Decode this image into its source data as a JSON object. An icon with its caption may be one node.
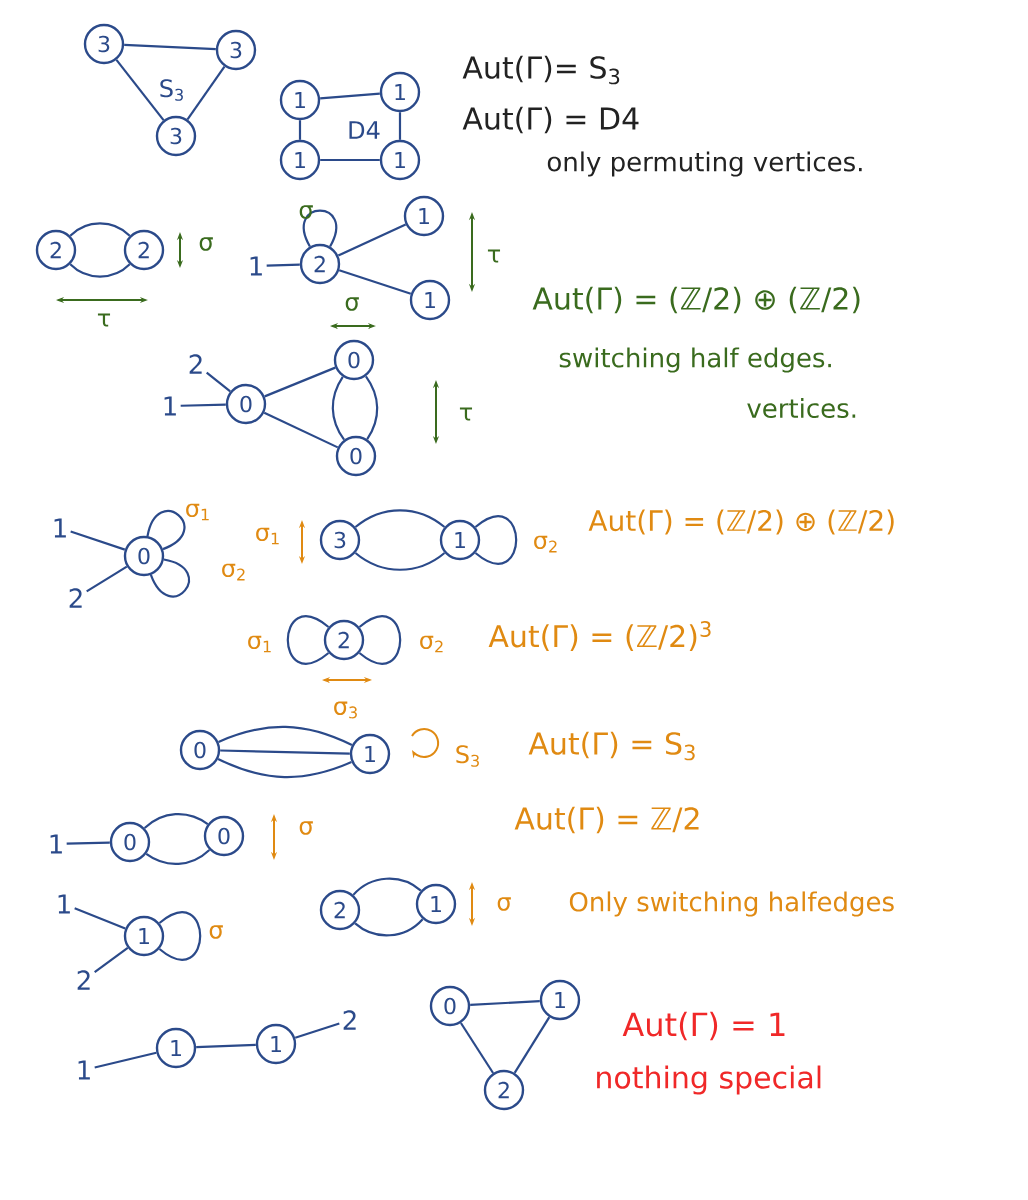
{
  "diagram": {
    "nodes": [
      {
        "text": [
          "3"
        ]
      },
      {
        "text": [
          "3"
        ]
      },
      {
        "text": [
          "3"
        ]
      },
      {
        "text": [
          "1"
        ]
      },
      {
        "text": [
          "1"
        ]
      },
      {
        "text": [
          "1"
        ]
      },
      {
        "text": [
          "1"
        ]
      },
      {
        "text": [
          "2"
        ]
      },
      {
        "text": [
          "2"
        ]
      },
      {
        "text": [
          "1"
        ]
      },
      {
        "text": [
          "2"
        ]
      },
      {
        "text": [
          "1"
        ]
      },
      {
        "text": [
          "1"
        ]
      },
      {
        "text": [
          "2"
        ]
      },
      {
        "text": [
          "1"
        ]
      },
      {
        "text": [
          "0"
        ]
      },
      {
        "text": [
          "0"
        ]
      },
      {
        "text": [
          "0"
        ]
      },
      {
        "text": [
          "1"
        ]
      },
      {
        "text": [
          "2"
        ]
      },
      {
        "text": [
          "0"
        ]
      },
      {
        "text": [
          "3"
        ]
      },
      {
        "text": [
          "1"
        ]
      },
      {
        "text": [
          "2"
        ]
      },
      {
        "text": [
          "0"
        ]
      },
      {
        "text": [
          "1"
        ]
      },
      {
        "text": [
          "1"
        ]
      },
      {
        "text": [
          "0"
        ]
      },
      {
        "text": [
          "0"
        ]
      },
      {
        "text": [
          "1"
        ]
      },
      {
        "text": [
          "2"
        ]
      },
      {
        "text": [
          "1"
        ]
      },
      {
        "text": [
          "2"
        ]
      },
      {
        "text": [
          "1"
        ]
      },
      {
        "text": [
          "1"
        ]
      },
      {
        "text": [
          "1"
        ]
      },
      {
        "text": [
          "1"
        ]
      },
      {
        "text": [
          "2"
        ]
      },
      {
        "text": [
          "0"
        ]
      },
      {
        "text": [
          "1"
        ]
      },
      {
        "text": [
          "2"
        ]
      }
    ],
    "edges": [
      {
        "from": 0,
        "to": 1,
        "arrow": "none"
      },
      {
        "from": 0,
        "to": 2,
        "arrow": "none"
      },
      {
        "from": 1,
        "to": 2,
        "arrow": "none"
      },
      {
        "from": 3,
        "to": 4,
        "arrow": "none"
      },
      {
        "from": 3,
        "to": 5,
        "arrow": "none"
      },
      {
        "from": 4,
        "to": 6,
        "arrow": "none"
      },
      {
        "from": 5,
        "to": 6,
        "arrow": "none"
      },
      {
        "from": 7,
        "to": 8,
        "arrow": "none"
      },
      {
        "from": 7,
        "to": 8,
        "arrow": "none"
      },
      {
        "from": 9,
        "to": 10,
        "arrow": "none"
      },
      {
        "from": 10,
        "to": 10,
        "arrow": "none"
      },
      {
        "from": 10,
        "to": 11,
        "arrow": "none"
      },
      {
        "from": 10,
        "to": 12,
        "arrow": "none"
      },
      {
        "from": 13,
        "to": 15,
        "arrow": "none"
      },
      {
        "from": 14,
        "to": 15,
        "arrow": "none"
      },
      {
        "from": 15,
        "to": 16,
        "arrow": "none"
      },
      {
        "from": 15,
        "to": 17,
        "arrow": "none"
      },
      {
        "from": 16,
        "to": 17,
        "arrow": "none"
      },
      {
        "from": 16,
        "to": 17,
        "arrow": "none"
      },
      {
        "from": 18,
        "to": 20,
        "arrow": "none"
      },
      {
        "from": 19,
        "to": 20,
        "arrow": "none"
      },
      {
        "from": 20,
        "to": 20,
        "arrow": "none"
      },
      {
        "from": 20,
        "to": 20,
        "arrow": "none"
      },
      {
        "from": 21,
        "to": 22,
        "arrow": "none"
      },
      {
        "from": 21,
        "to": 22,
        "arrow": "none"
      },
      {
        "from": 22,
        "to": 22,
        "arrow": "none"
      },
      {
        "from": 23,
        "to": 23,
        "arrow": "none"
      },
      {
        "from": 23,
        "to": 23,
        "arrow": "none"
      },
      {
        "from": 24,
        "to": 25,
        "arrow": "none"
      },
      {
        "from": 24,
        "to": 25,
        "arrow": "none"
      },
      {
        "from": 24,
        "to": 25,
        "arrow": "none"
      },
      {
        "from": 26,
        "to": 27,
        "arrow": "none"
      },
      {
        "from": 27,
        "to": 28,
        "arrow": "none"
      },
      {
        "from": 27,
        "to": 28,
        "arrow": "none"
      },
      {
        "from": 29,
        "to": 31,
        "arrow": "none"
      },
      {
        "from": 30,
        "to": 31,
        "arrow": "none"
      },
      {
        "from": 31,
        "to": 31,
        "arrow": "none"
      },
      {
        "from": 32,
        "to": 33,
        "arrow": "none"
      },
      {
        "from": 32,
        "to": 33,
        "arrow": "none"
      },
      {
        "from": 34,
        "to": 35,
        "arrow": "none"
      },
      {
        "from": 35,
        "to": 36,
        "arrow": "none"
      },
      {
        "from": 36,
        "to": 37,
        "arrow": "none"
      },
      {
        "from": 38,
        "to": 39,
        "arrow": "none"
      },
      {
        "from": 38,
        "to": 40,
        "arrow": "none"
      },
      {
        "from": 39,
        "to": 40,
        "arrow": "none"
      }
    ],
    "labels": [
      "S$_{3}$",
      "D4",
      "Aut(Γ)= S$_{3}$",
      "Aut(Γ) = D4",
      "only permuting vertices.",
      "σ",
      "σ",
      "τ",
      "τ",
      "Aut(Γ) = (ℤ/2) ⊕ (ℤ/2)",
      "σ",
      "switching half edges.",
      "τ",
      "vertices.",
      "σ$_{1}$",
      "σ$_{1}$",
      "σ$_{2}$",
      "Aut(Γ) = (ℤ/2) ⊕ (ℤ/2)",
      "σ$_{2}$",
      "σ$_{1}$",
      "σ$_{2}$",
      "Aut(Γ) = (ℤ/2)$^{3}$",
      "σ$_{3}$",
      "S$_{3}$",
      "Aut(Γ) = S$_{3}$",
      "Aut(Γ) = ℤ/2",
      "σ",
      "σ",
      "Only switching halfedges",
      "σ",
      "Aut(Γ) = 1",
      "nothing special"
    ]
  }
}
